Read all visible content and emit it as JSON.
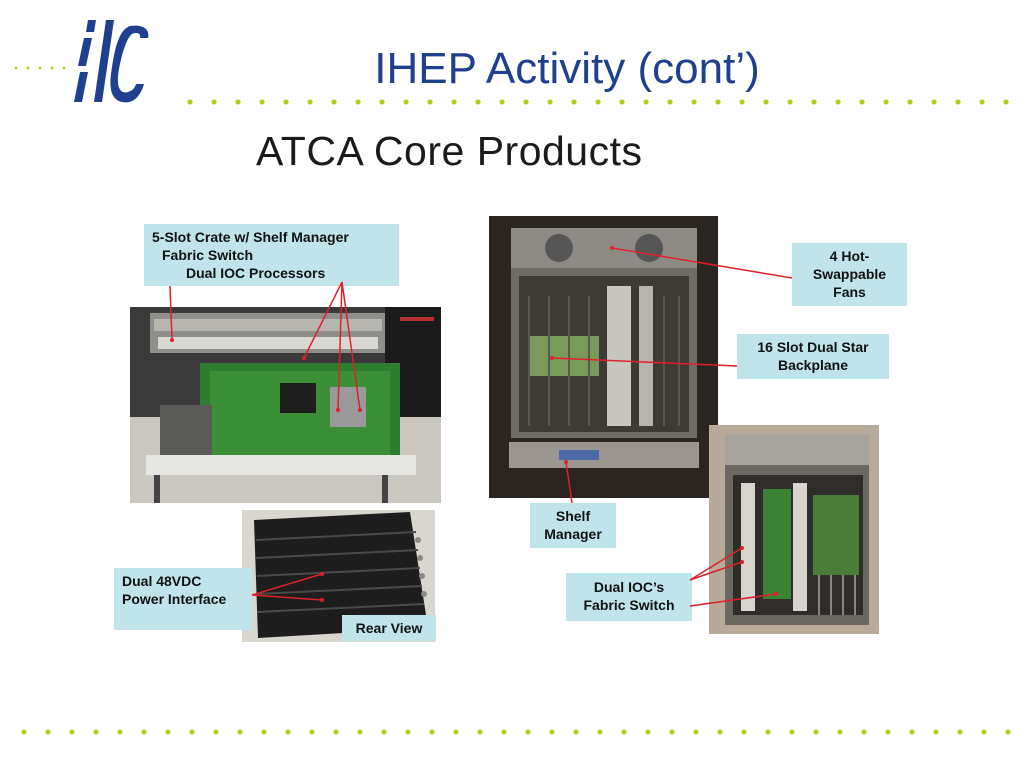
{
  "header": {
    "logo_text": "ilc",
    "title": "IHEP Activity (cont’)"
  },
  "subtitle": "ATCA Core Products",
  "labels": {
    "crate_line1": "5-Slot Crate w/ Shelf Manager",
    "crate_line2": "Fabric Switch",
    "crate_line3": "Dual IOC Processors",
    "fans_line1": "4 Hot-",
    "fans_line2": "Swappable",
    "fans_line3": "Fans",
    "backplane_line1": "16 Slot Dual Star",
    "backplane_line2": "Backplane",
    "shelf_line1": "Shelf",
    "shelf_line2": "Manager",
    "power_line1": "Dual 48VDC",
    "power_line2": "Power Interface",
    "rear": "Rear View",
    "ioc_line1": "Dual IOC’s",
    "ioc_line2": "Fabric Switch"
  },
  "colors": {
    "title": "#1f3f8f",
    "dots": "#b5cc1a",
    "label_bg": "#bfe5ea",
    "arrow": "#e0202a"
  }
}
